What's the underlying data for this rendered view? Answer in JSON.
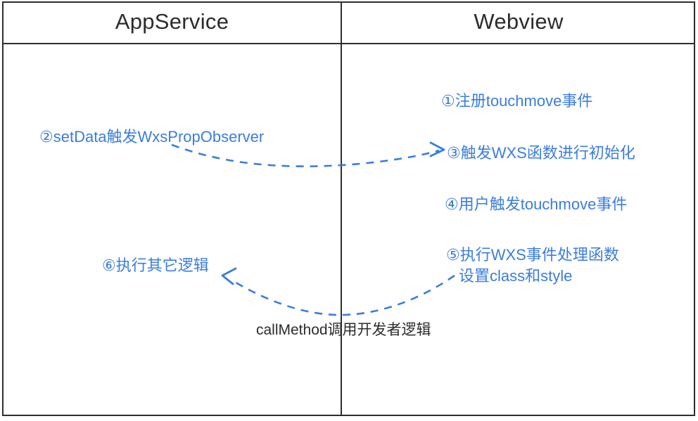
{
  "diagram": {
    "type": "sequence-flow",
    "title": "",
    "accent_color": "#3b7ddd",
    "line_color": "#2e2e2e",
    "text_color": "#2c2c2c",
    "columns": [
      {
        "id": "appservice",
        "label": "AppService"
      },
      {
        "id": "webview",
        "label": "Webview"
      }
    ],
    "steps": [
      {
        "id": "step-1",
        "column": "webview",
        "marker": "①",
        "text": "①注册touchmove事件"
      },
      {
        "id": "step-2",
        "column": "appservice",
        "marker": "②",
        "text": "②setData触发WxsPropObserver"
      },
      {
        "id": "step-3",
        "column": "webview",
        "marker": "③",
        "text": "③触发WXS函数进行初始化"
      },
      {
        "id": "step-4",
        "column": "webview",
        "marker": "④",
        "text": "④用户触发touchmove事件"
      },
      {
        "id": "step-5",
        "column": "webview",
        "marker": "⑤",
        "text": "⑤执行WXS事件处理函数",
        "text_line2": "设置class和style"
      },
      {
        "id": "step-6",
        "column": "appservice",
        "marker": "⑥",
        "text": "⑥执行其它逻辑"
      }
    ],
    "connectors": [
      {
        "id": "arrow-setdata-to-wxs",
        "from": "step-2",
        "to": "step-3",
        "style": "dashed",
        "direction": "left-to-right",
        "label": ""
      },
      {
        "id": "arrow-callmethod-to-logic",
        "from": "step-5",
        "to": "step-6",
        "style": "dashed",
        "direction": "right-to-left",
        "label": "callMethod调用开发者逻辑"
      }
    ],
    "bottom_label": "callMethod调用开发者逻辑"
  }
}
